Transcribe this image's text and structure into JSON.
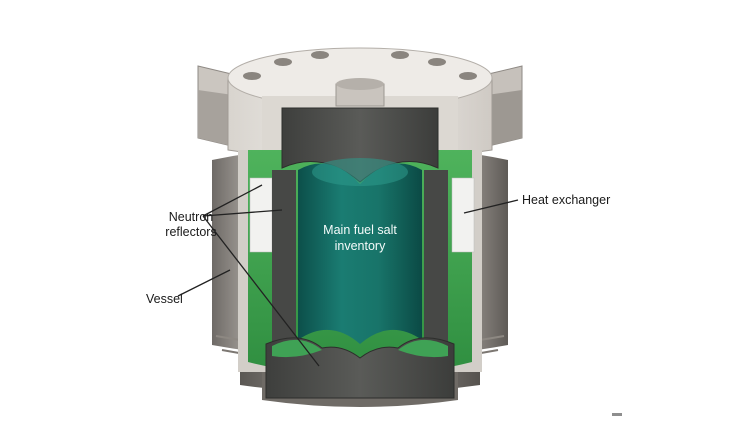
{
  "labels": {
    "neutron_reflectors": [
      "Neutron",
      "reflectors"
    ],
    "main_fuel_salt": [
      "Main fuel salt",
      "inventory"
    ],
    "heat_exchanger": "Heat exchanger",
    "vessel": "Vessel"
  }
}
